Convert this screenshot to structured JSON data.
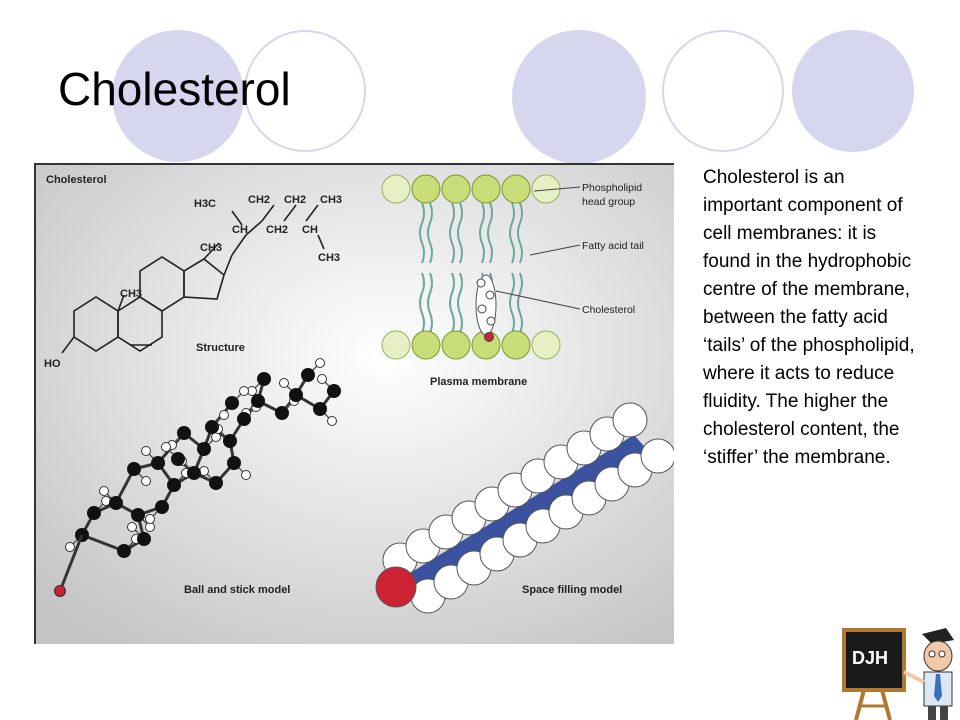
{
  "slide": {
    "title": "Cholesterol",
    "body": "Cholesterol is an important component of cell membranes: it is found in the hydrophobic centre of the membrane, between the fatty acid ‘tails’ of the phospholipid, where it acts to reduce fluidity. The higher the cholesterol content, the ‘stiffer’ the membrane."
  },
  "figure": {
    "heading": "Cholesterol",
    "structure_label": "Structure",
    "plasma_label": "Plasma membrane",
    "ball_label": "Ball and stick model",
    "space_label": "Space filling model",
    "callouts": {
      "head1": "Phospholipid",
      "head2": "head group",
      "tail": "Fatty acid tail",
      "chol": "Cholesterol"
    },
    "formula": {
      "h3c": "H3C",
      "ch2a": "CH2",
      "ch2b": "CH2",
      "ch3a": "CH3",
      "ch": "CH",
      "ch2c": "CH2",
      "ch_b": "CH",
      "ch3b": "CH3",
      "ch3c": "CH3",
      "ch3d": "CH3",
      "ho": "HO"
    }
  },
  "badge": {
    "text": "DJH"
  },
  "colors": {
    "circle": "#d6d6ee",
    "membrane_head": "#c8dc78",
    "membrane_tail": "#a8d8d0",
    "oxygen": "#cc2233",
    "space_blue": "#3a52a0"
  }
}
